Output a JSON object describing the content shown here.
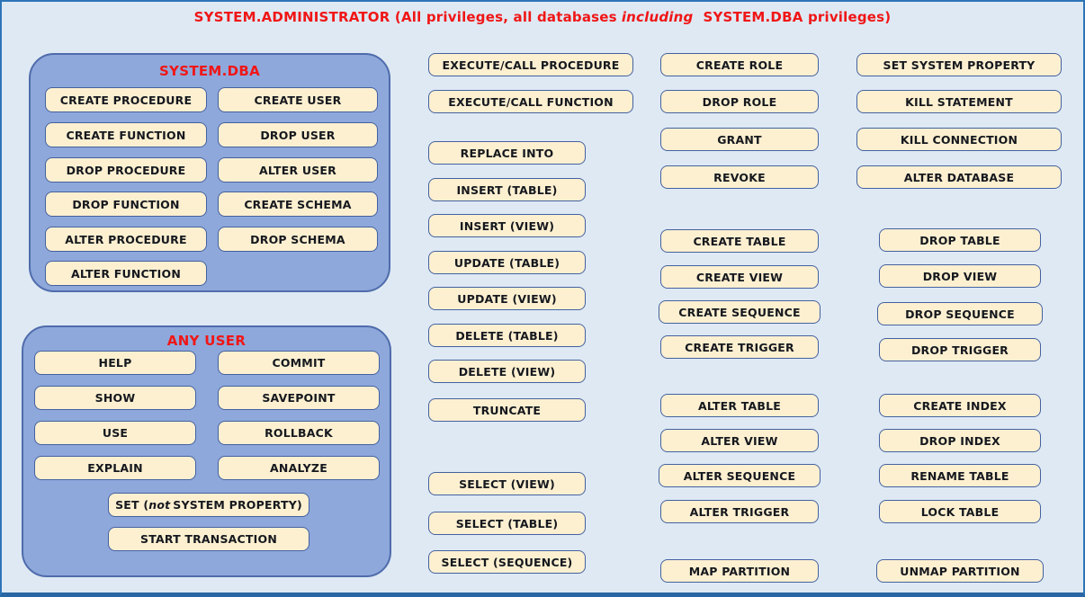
{
  "title": {
    "part1": "SYSTEM.ADMINISTRATOR (All privileges, all databases",
    "part2_italic": "including",
    "part3": "SYSTEM.DBA privileges)"
  },
  "system_dba": {
    "title": "SYSTEM.DBA",
    "column_left": [
      "CREATE PROCEDURE",
      "CREATE FUNCTION",
      "DROP PROCEDURE",
      "DROP FUNCTION",
      "ALTER PROCEDURE",
      "ALTER FUNCTION"
    ],
    "column_right": [
      "CREATE USER",
      "DROP USER",
      "ALTER USER",
      "CREATE SCHEMA",
      "DROP SCHEMA"
    ]
  },
  "any_user": {
    "title": "ANY USER",
    "column_left": [
      "HELP",
      "SHOW",
      "USE",
      "EXPLAIN"
    ],
    "column_right": [
      "COMMIT",
      "SAVEPOINT",
      "ROLLBACK",
      "ANALYZE"
    ],
    "set_statement": {
      "part1": "SET (",
      "part2_italic": "not",
      "part3": "SYSTEM PROPERTY)"
    },
    "start_transaction": "START TRANSACTION"
  },
  "execute_column": {
    "execute_group": [
      "EXECUTE/CALL PROCEDURE",
      "EXECUTE/CALL FUNCTION"
    ],
    "dml_group": [
      "REPLACE INTO",
      "INSERT (TABLE)",
      "INSERT (VIEW)",
      "UPDATE (TABLE)",
      "UPDATE (VIEW)",
      "DELETE (TABLE)",
      "DELETE (VIEW)",
      "TRUNCATE"
    ],
    "select_group": [
      "SELECT (VIEW)",
      "SELECT (TABLE)",
      "SELECT (SEQUENCE)"
    ]
  },
  "role_column": {
    "role_group": [
      "CREATE ROLE",
      "DROP ROLE",
      "GRANT",
      "REVOKE"
    ],
    "create_group": [
      "CREATE TABLE",
      "CREATE VIEW",
      "CREATE SEQUENCE",
      "CREATE TRIGGER"
    ],
    "alter_group": [
      "ALTER TABLE",
      "ALTER VIEW",
      "ALTER SEQUENCE",
      "ALTER TRIGGER"
    ],
    "partition": "MAP PARTITION"
  },
  "system_column": {
    "admin_group": [
      "SET SYSTEM PROPERTY",
      "KILL STATEMENT",
      "KILL CONNECTION",
      "ALTER DATABASE"
    ],
    "drop_group": [
      "DROP TABLE",
      "DROP VIEW",
      "DROP SEQUENCE",
      "DROP TRIGGER"
    ],
    "index_group": [
      "CREATE INDEX",
      "DROP INDEX",
      "RENAME TABLE",
      "LOCK TABLE"
    ],
    "partition": "UNMAP PARTITION"
  },
  "colors": {
    "background": "#dee9f4",
    "frame_border": "#2e75b6",
    "group_fill": "#8ea8db",
    "group_border": "#4f6cab",
    "box_fill": "#fdf0d1",
    "box_border": "#44619f",
    "box_text": "#15181e",
    "heading_red": "#f01616"
  }
}
